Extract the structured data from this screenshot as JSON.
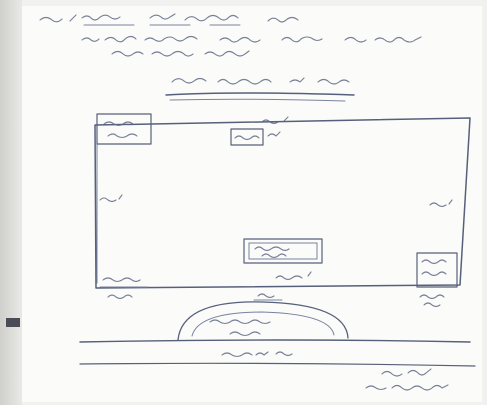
{
  "document": {
    "type": "hand-drawn site plan",
    "medium": "pen on paper",
    "ink_color": "#56607a",
    "paper_color": "#fbfbf9",
    "handwriting_legible": false
  },
  "handwriting_lines": [
    {
      "id": "title"
    },
    {
      "id": "intro-1"
    },
    {
      "id": "intro-2"
    },
    {
      "id": "map-heading"
    },
    {
      "id": "box-top-left"
    },
    {
      "id": "box-top-center"
    },
    {
      "id": "top-measure"
    },
    {
      "id": "left-measure"
    },
    {
      "id": "right-measure"
    },
    {
      "id": "box-center"
    },
    {
      "id": "bottom-left-label"
    },
    {
      "id": "bottom-left-sub"
    },
    {
      "id": "bottom-measure"
    },
    {
      "id": "bottom-center-label"
    },
    {
      "id": "box-bottom-right"
    },
    {
      "id": "bottom-right-sub"
    },
    {
      "id": "arc-label-1"
    },
    {
      "id": "arc-label-2"
    },
    {
      "id": "road-label"
    },
    {
      "id": "signature-1"
    },
    {
      "id": "signature-2"
    }
  ]
}
